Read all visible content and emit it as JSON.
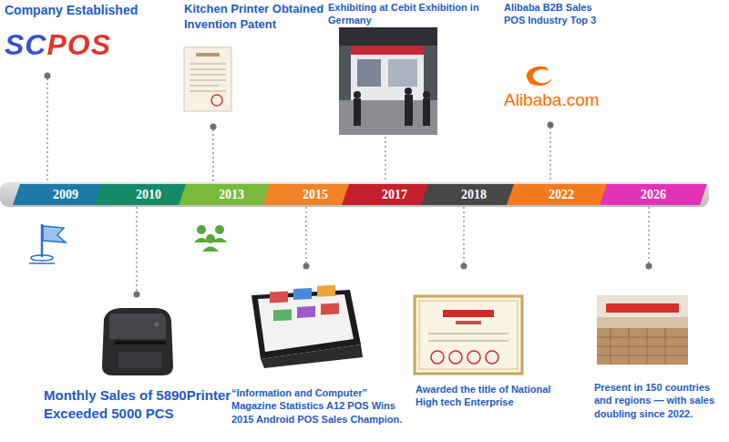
{
  "diagram": {
    "nodes": [
      {
        "text": [
          "2009"
        ]
      },
      {
        "text": [
          "2010"
        ]
      },
      {
        "text": [
          "2013"
        ]
      },
      {
        "text": [
          "2015"
        ]
      },
      {
        "text": [
          "2017"
        ]
      },
      {
        "text": [
          "2018"
        ]
      },
      {
        "text": [
          "2022"
        ]
      },
      {
        "text": [
          "2026"
        ]
      }
    ],
    "labels": [
      "Company Established",
      "SCPOS",
      "Kitchen Printer Obtained Invention Patent",
      "Exhibiting at Cebit Exhibition in Germany",
      "Alibaba B2B Sales POS Industry Top 3",
      "Alibaba.com",
      "Monthly Sales of 5890Printer Exceeded 5000 PCS",
      "“Information and Computer” Magazine Statistics A12 POS Wins 2015 Android POS Sales Champion.",
      "Awarded the title of National High tech Enterprise",
      "Present in 150 countries and regions — with sales doubling since 2022."
    ]
  }
}
